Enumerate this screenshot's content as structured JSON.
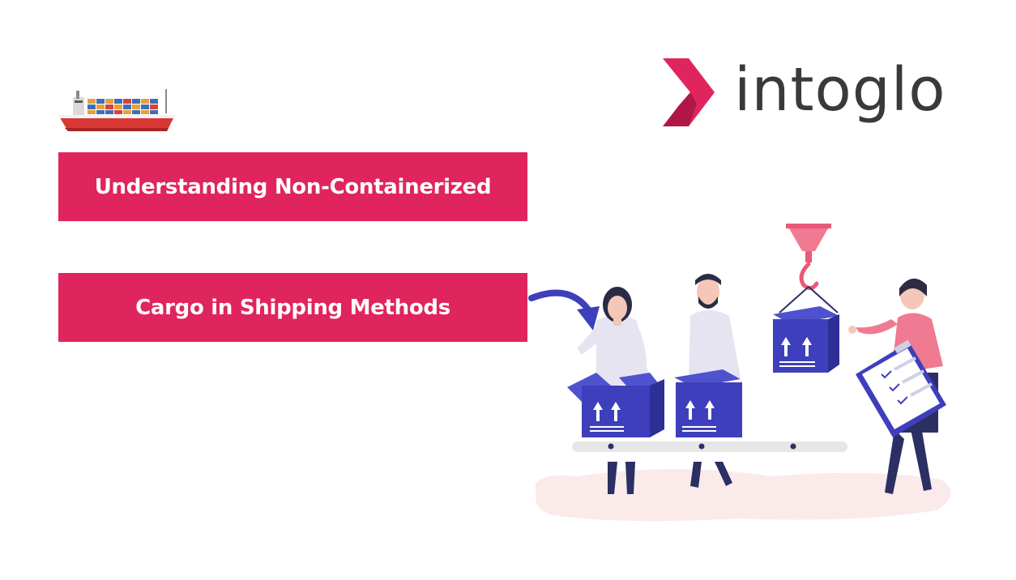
{
  "brand": {
    "name": "intoglo",
    "colors": {
      "primary": "#e0245e",
      "text": "#3a3a3a"
    }
  },
  "banners": [
    {
      "text": "Understanding Non-Containerized"
    },
    {
      "text": "Cargo in Shipping Methods"
    }
  ],
  "illustrations": {
    "ship": "container-ship-icon",
    "scene": "warehouse-workers-packing-boxes-illustration"
  }
}
